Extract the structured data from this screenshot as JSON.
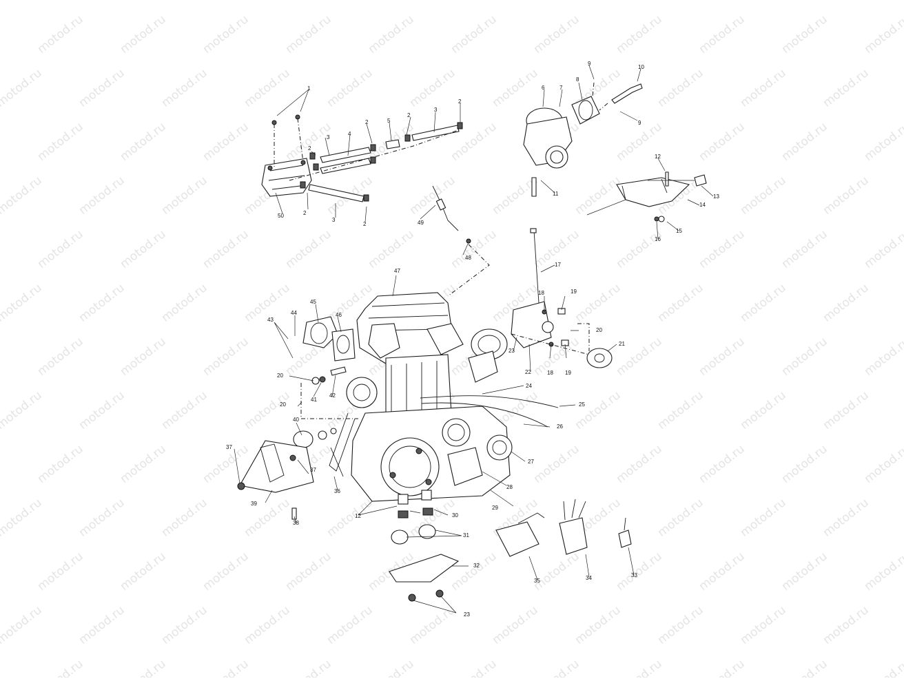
{
  "watermark": {
    "text": "motod.ru"
  },
  "callouts": [
    {
      "id": "c50",
      "label": "50"
    },
    {
      "id": "c2a",
      "label": "2"
    },
    {
      "id": "c3a",
      "label": "3"
    },
    {
      "id": "c2b",
      "label": "2"
    },
    {
      "id": "c2c",
      "label": "2"
    },
    {
      "id": "c3b",
      "label": "3"
    },
    {
      "id": "c4",
      "label": "4"
    },
    {
      "id": "c2d",
      "label": "2"
    },
    {
      "id": "c5",
      "label": "5"
    },
    {
      "id": "c2e",
      "label": "2"
    },
    {
      "id": "c3c",
      "label": "3"
    },
    {
      "id": "c2f",
      "label": "2"
    },
    {
      "id": "c1",
      "label": "1"
    },
    {
      "id": "c6",
      "label": "6"
    },
    {
      "id": "c7",
      "label": "7"
    },
    {
      "id": "c8",
      "label": "8"
    },
    {
      "id": "c9a",
      "label": "9"
    },
    {
      "id": "c9b",
      "label": "9"
    },
    {
      "id": "c10",
      "label": "10"
    },
    {
      "id": "c11",
      "label": "11"
    },
    {
      "id": "c12a",
      "label": "12"
    },
    {
      "id": "c13",
      "label": "13"
    },
    {
      "id": "c14",
      "label": "14"
    },
    {
      "id": "c15",
      "label": "15"
    },
    {
      "id": "c16",
      "label": "16"
    },
    {
      "id": "c17",
      "label": "17"
    },
    {
      "id": "c18a",
      "label": "18"
    },
    {
      "id": "c19a",
      "label": "19"
    },
    {
      "id": "c20a",
      "label": "20"
    },
    {
      "id": "c21",
      "label": "21"
    },
    {
      "id": "c22",
      "label": "22"
    },
    {
      "id": "c23a",
      "label": "23"
    },
    {
      "id": "c18b",
      "label": "18"
    },
    {
      "id": "c19b",
      "label": "19"
    },
    {
      "id": "c24",
      "label": "24"
    },
    {
      "id": "c25",
      "label": "25"
    },
    {
      "id": "c26",
      "label": "26"
    },
    {
      "id": "c27",
      "label": "27"
    },
    {
      "id": "c28",
      "label": "28"
    },
    {
      "id": "c29",
      "label": "29"
    },
    {
      "id": "c30",
      "label": "30"
    },
    {
      "id": "c31",
      "label": "31"
    },
    {
      "id": "c32",
      "label": "32"
    },
    {
      "id": "c23b",
      "label": "23"
    },
    {
      "id": "c33",
      "label": "33"
    },
    {
      "id": "c34",
      "label": "34"
    },
    {
      "id": "c35",
      "label": "35"
    },
    {
      "id": "c12b",
      "label": "12"
    },
    {
      "id": "c36",
      "label": "36"
    },
    {
      "id": "c37a",
      "label": "37"
    },
    {
      "id": "c37b",
      "label": "37"
    },
    {
      "id": "c38",
      "label": "38"
    },
    {
      "id": "c39",
      "label": "39"
    },
    {
      "id": "c40",
      "label": "40"
    },
    {
      "id": "c20b",
      "label": "20"
    },
    {
      "id": "c20c",
      "label": "20"
    },
    {
      "id": "c41",
      "label": "41"
    },
    {
      "id": "c42",
      "label": "42"
    },
    {
      "id": "c43",
      "label": "43"
    },
    {
      "id": "c44",
      "label": "44"
    },
    {
      "id": "c45",
      "label": "45"
    },
    {
      "id": "c46",
      "label": "46"
    },
    {
      "id": "c47",
      "label": "47"
    },
    {
      "id": "c48",
      "label": "48"
    },
    {
      "id": "c49",
      "label": "49"
    }
  ]
}
